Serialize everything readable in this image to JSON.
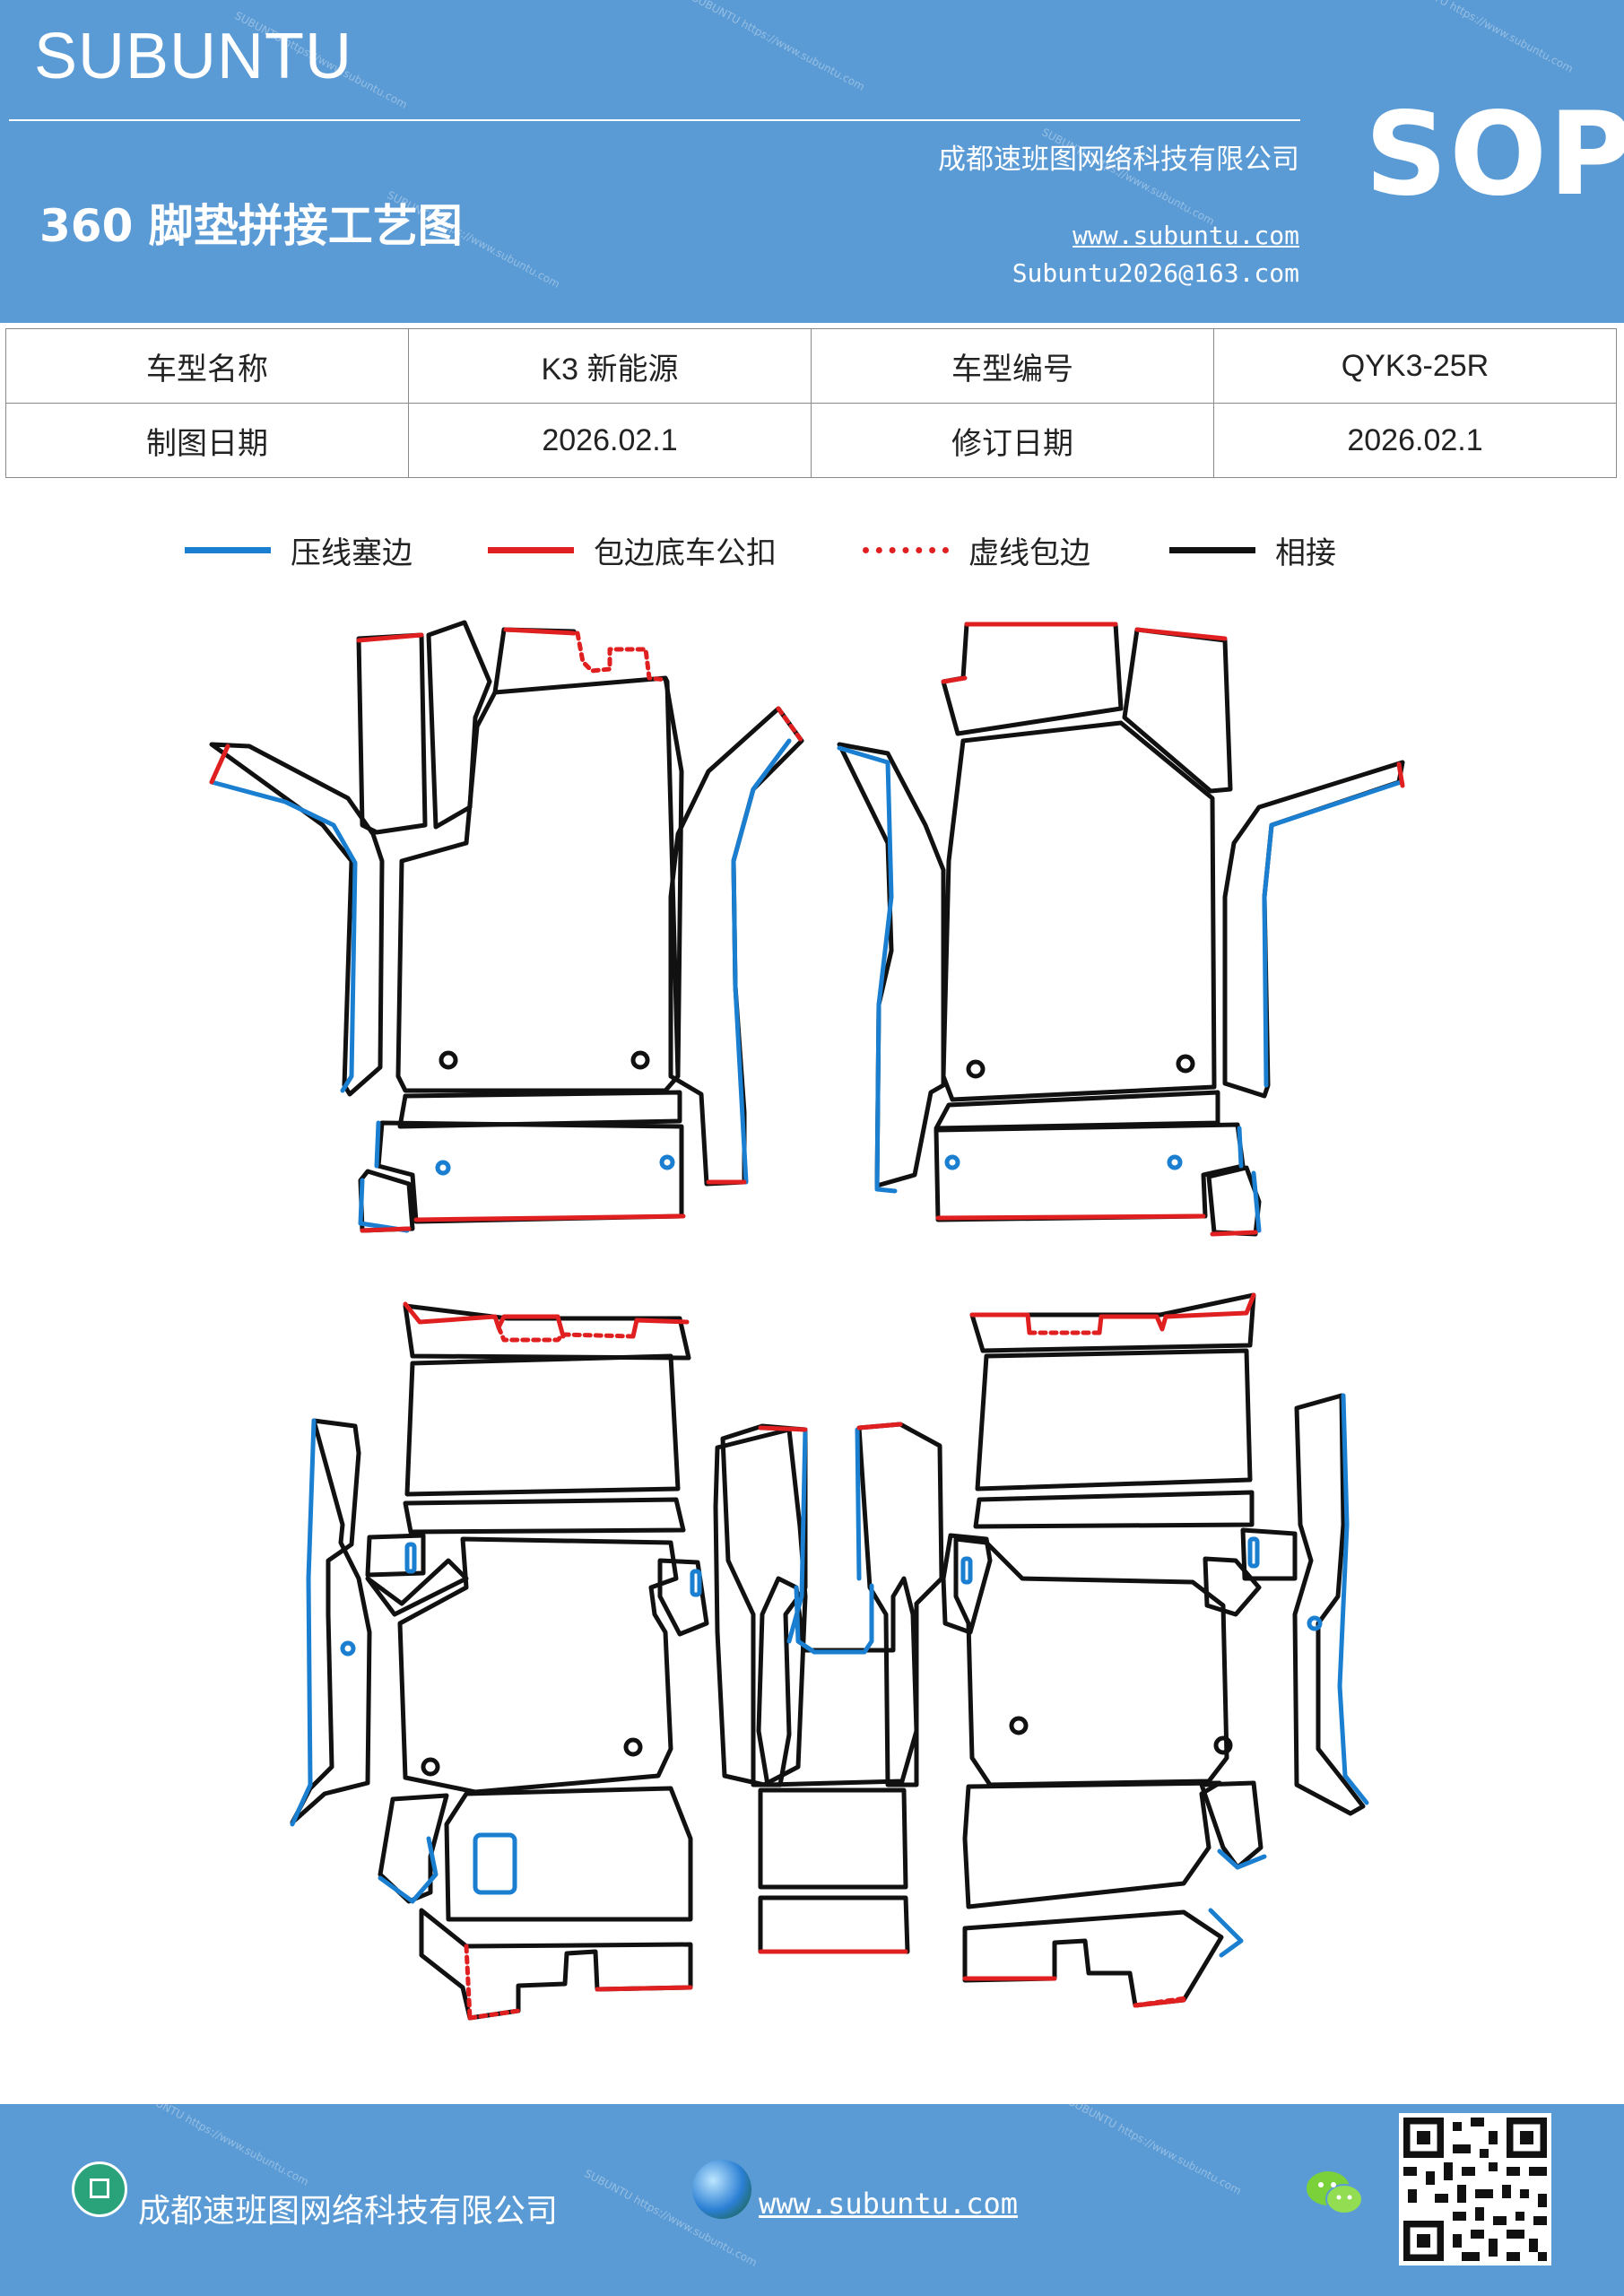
{
  "header": {
    "brand": "SUBUNTU",
    "doc_title": "360 脚垫拼接工艺图",
    "company": "成都速班图网络科技有限公司",
    "website": "www.subuntu.com",
    "email": "Subuntu2026@163.com",
    "badge": "SOP",
    "background_color": "#5b9bd5"
  },
  "info_table": [
    [
      "车型名称",
      "K3 新能源",
      "车型编号",
      "QYK3-25R"
    ],
    [
      "制图日期",
      "2026.02.1",
      "修订日期",
      "2026.02.1"
    ]
  ],
  "legend": [
    {
      "label": "压线塞边",
      "color": "#1a7fd0",
      "style": "solid"
    },
    {
      "label": "包边底车公扣",
      "color": "#e02020",
      "style": "solid"
    },
    {
      "label": "虚线包边",
      "color": "#e02020",
      "style": "dotted"
    },
    {
      "label": "相接",
      "color": "#111111",
      "style": "solid"
    }
  ],
  "footer": {
    "company": "成都速班图网络科技有限公司",
    "website": "www.subuntu.com",
    "icons": [
      "building-icon",
      "globe-icon",
      "wechat-icon",
      "qr-code"
    ]
  }
}
